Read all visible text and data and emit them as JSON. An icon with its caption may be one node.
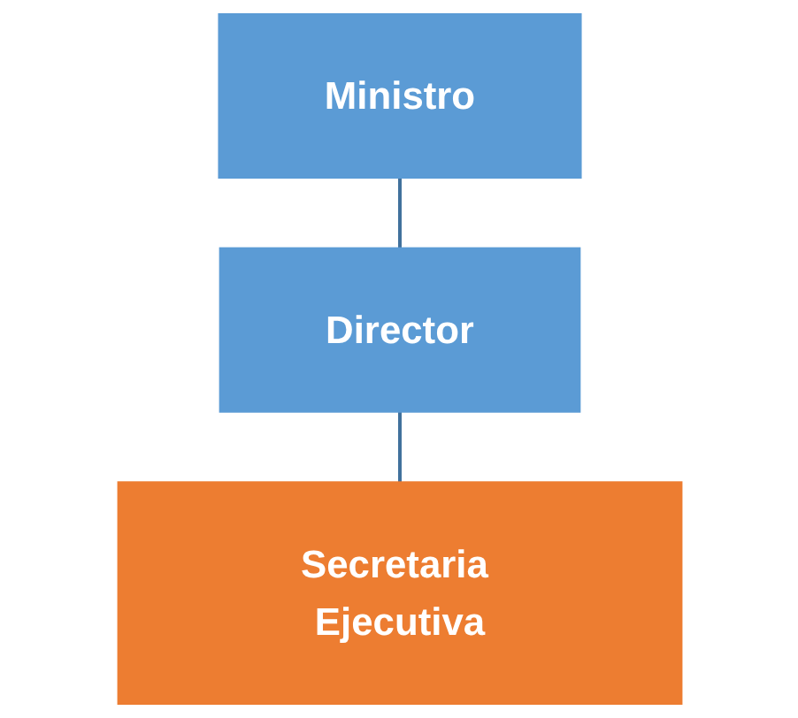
{
  "diagram": {
    "nodes": [
      {
        "text": [
          "Ministro"
        ]
      },
      {
        "text": [
          "Director"
        ]
      },
      {
        "text": [
          "Secretaria Ejecutiva"
        ]
      }
    ],
    "edges": [
      {
        "from": 0,
        "to": 1,
        "arrow": "none"
      },
      {
        "from": 1,
        "to": 2,
        "arrow": "none"
      }
    ]
  }
}
